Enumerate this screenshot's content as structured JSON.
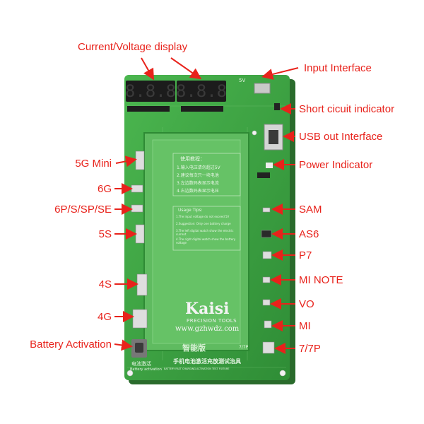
{
  "top_annotation": "Current/Voltage display",
  "right_annotations": [
    "Input Interface",
    "Short cicuit indicator",
    "USB out Interface",
    "Power Indicator",
    "SAM",
    "AS6",
    "P7",
    "MI NOTE",
    "VO",
    "MI",
    "7/7P"
  ],
  "left_annotations": [
    "5G Mini",
    "6G",
    "6P/S/SP/SE",
    "5S",
    "4S",
    "4G",
    "Battery Activation"
  ],
  "board": {
    "brand": "Kaisi",
    "brand_sub": "PRECISION TOOLS",
    "website": "www.gzhwdz.com",
    "edition": "智能版",
    "model_label": "7/7P",
    "chinese_title": "手机电池激活充放测试治具",
    "english_title": "BATTERY FAST CHARGING ACTIVATION TEST FIXTURE",
    "usage_tips_title": "Usage Tips:",
    "usage_tips": [
      "1.The input voltage do not exceed 5V",
      "2.Suggestion: Only one battery charge",
      "3.The left digital watch show the electric current",
      "4.The right digital watch show the battery voltage"
    ],
    "cn_tips_title": "使用教程：",
    "cn_tips": [
      "1.输入电压请勿超过5V",
      "2.建议每次只一块电池",
      "3.左边数码表显示电流",
      "4.右边数码表显示电压"
    ],
    "activation_caption": "电池激活",
    "activation_caption_en": "Battery activation",
    "display_left": "8.8.8",
    "display_right": "8.8.8",
    "dc_label": "5V"
  },
  "colors": {
    "annotation": "#e8221b",
    "pcb": "#3aa040",
    "pcb_dark": "#2b7f31",
    "silk": "#d8efd4"
  }
}
